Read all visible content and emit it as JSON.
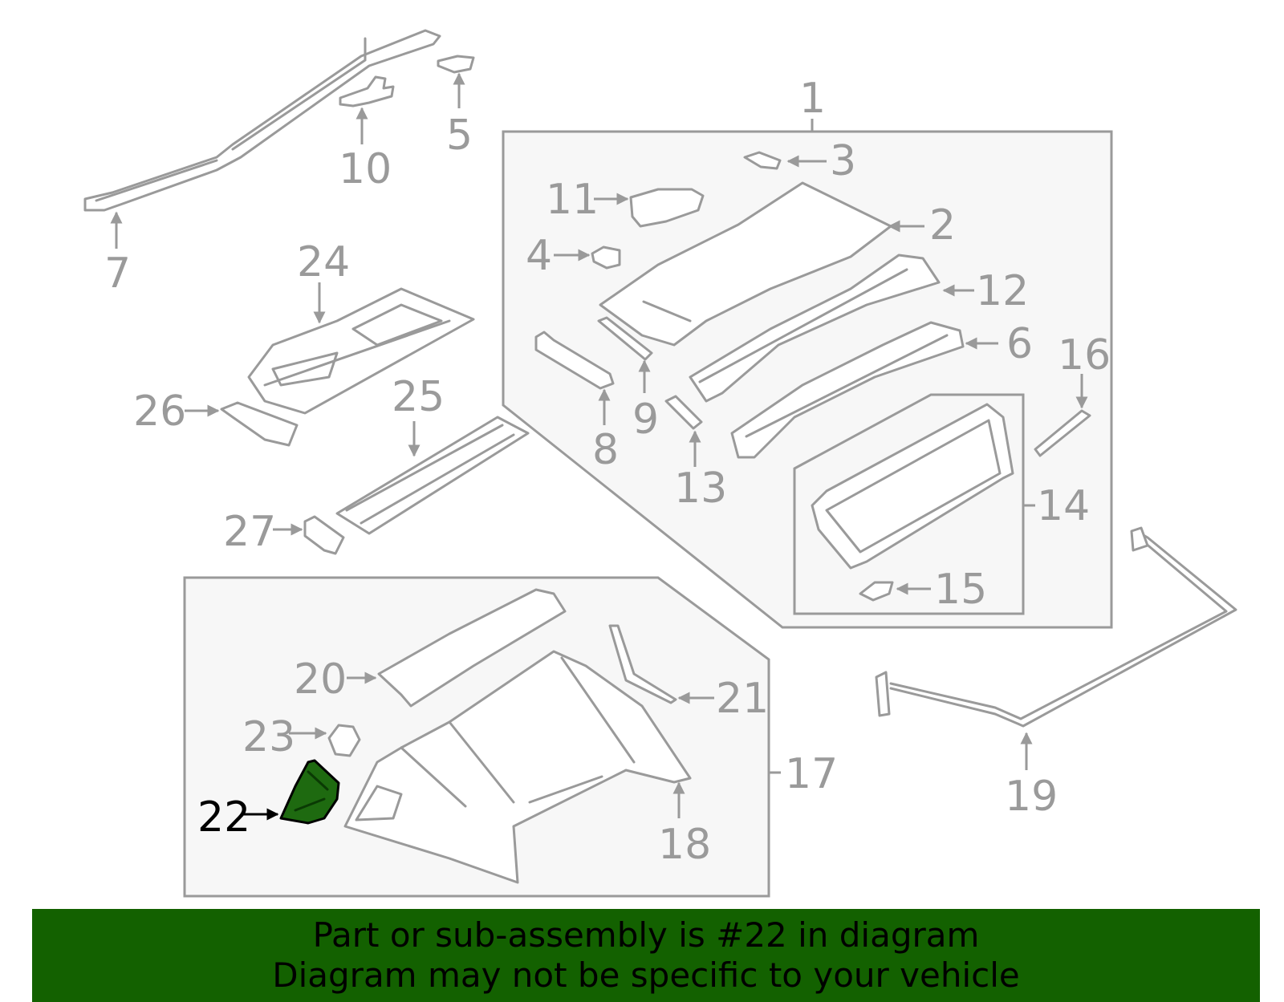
{
  "diagram": {
    "callouts": [
      "1",
      "2",
      "3",
      "4",
      "5",
      "6",
      "7",
      "8",
      "9",
      "10",
      "11",
      "12",
      "13",
      "14",
      "15",
      "16",
      "17",
      "18",
      "19",
      "20",
      "21",
      "22",
      "23",
      "24",
      "25",
      "26",
      "27"
    ],
    "highlighted_part": "22",
    "colors": {
      "part_stroke": "#9a9a9a",
      "highlight_fill": "#1e6a10",
      "banner_bg": "#136100"
    }
  },
  "banner": {
    "line1": "Part or sub-assembly is #22 in diagram",
    "line2": "Diagram may not be specific to your vehicle"
  }
}
